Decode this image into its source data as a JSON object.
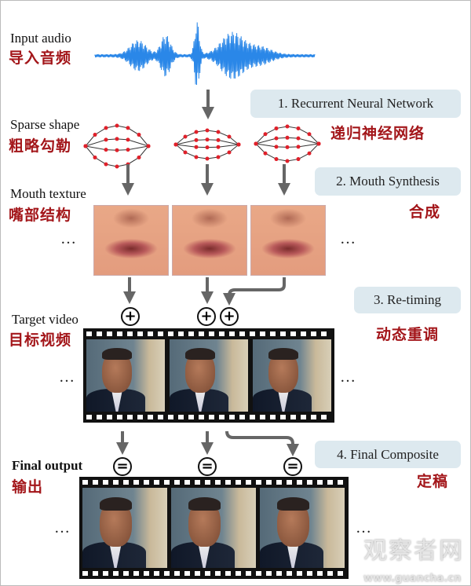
{
  "labels": {
    "input_audio": {
      "en": "Input audio",
      "zh": "导入音频"
    },
    "sparse_shape": {
      "en": "Sparse shape",
      "zh": "粗略勾勒"
    },
    "mouth_texture": {
      "en": "Mouth texture",
      "zh": "嘴部结构"
    },
    "target_video": {
      "en": "Target video",
      "zh": "目标视频"
    },
    "final_output": {
      "en": "Final output",
      "zh": "输出"
    }
  },
  "steps": [
    {
      "en": "1. Recurrent Neural Network",
      "zh": "递归神经网络"
    },
    {
      "en": "2. Mouth Synthesis",
      "zh": "合成"
    },
    {
      "en": "3. Re-timing",
      "zh": "动态重调"
    },
    {
      "en": "4. Final Composite",
      "zh": "定稿"
    }
  ],
  "symbols": {
    "ellipsis": "…",
    "plus": "+",
    "equals": "="
  },
  "watermark": {
    "zh": "观察者网",
    "url": "www.guancha.cn"
  },
  "colors": {
    "waveform": "#2a87e8",
    "zh_text": "#a3161a",
    "step_box": "#dde9ef",
    "arrow": "#666666",
    "landmark": "#e0202a"
  }
}
